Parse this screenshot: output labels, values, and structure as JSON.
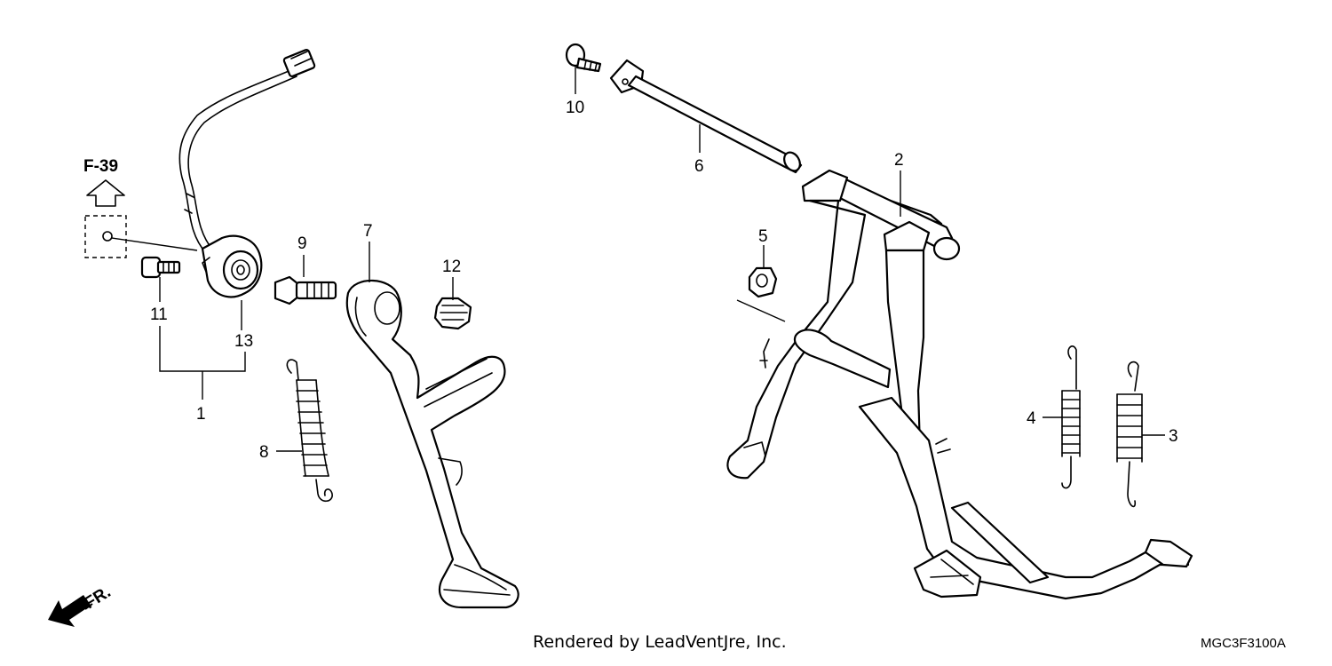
{
  "callouts": {
    "c1": "1",
    "c2": "2",
    "c3": "3",
    "c4": "4",
    "c5": "5",
    "c6": "6",
    "c7": "7",
    "c8": "8",
    "c9": "9",
    "c10": "10",
    "c11": "11",
    "c12": "12",
    "c13": "13"
  },
  "reference": {
    "label": "F-39"
  },
  "direction": {
    "label": "FR."
  },
  "footer": {
    "credit": "Rendered by LeadVentJre, Inc.",
    "diagram_code": "MGC3F3100A"
  }
}
